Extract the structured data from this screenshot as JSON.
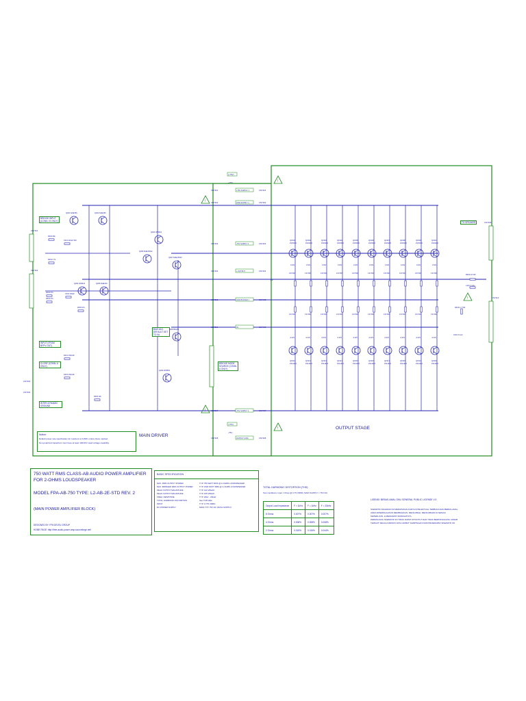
{
  "diagram": {
    "stage_titles": {
      "main_driver": "MAIN DRIVER",
      "output_stage": "OUTPUT STAGE"
    },
    "notes": {
      "bridge_input": "BRIDGE INPUT (CONN. IS ONLY)",
      "input_front": "INPUT (FROM BFPV OUT)",
      "close_conn": "CLOSE (CONN. A ONLY)",
      "inter_dynamic": "INTER-DYNAMIC GROUND",
      "bias_adj": "BIAS ADJ. DEFAULT SET TO 0A",
      "bridge_mode": "BRIDGE MODE SOURCE (CONN. A ONLY)",
      "to_speaker": "TO SPEAKER",
      "notice_title": "Notice:",
      "notice_line1": "Default power rate specification for resistors is 0.25W, unless those marked.",
      "notice_line2": "Non-polarized capacitors must have at least 100VDC rated voltage capability."
    },
    "rails": {
      "pos": "+75V",
      "neg": "-75V",
      "mid": "0V",
      "plus_lbl": "(+75V)",
      "minus_lbl": "(-75V)"
    },
    "connectors": [
      "CN7401",
      "CN7402",
      "CN7403",
      "CN7404",
      "CN7405",
      "CN7406",
      "CN7407",
      "CN7408",
      "CN7409",
      "CN7410",
      "CN7301",
      "CN7302",
      "CN7303",
      "CN7304",
      "CN7305",
      "CN7306",
      "CN7307",
      "CN7308"
    ],
    "power_labels": [
      "+75V SUPPLY 1",
      "GND SUPPLY 1",
      "-75V SUPPLY 1",
      "+ OUTPUT",
      "GND BUFFER 1",
      "0V",
      "-75V SUPPLY 1",
      "OUTPUT COM"
    ],
    "transistors_top": [
      "QF301",
      "QF302",
      "QF303",
      "QF304",
      "QF305",
      "QF306",
      "QF307",
      "QF308",
      "QF309",
      "QF310"
    ],
    "transistors_bottom": [
      "QF311",
      "QF312",
      "QF313",
      "QF314",
      "QF315",
      "QF316",
      "QF317",
      "QF318",
      "QF319",
      "QF320"
    ],
    "part_top": "2SC5200",
    "part_bottom": "2SA1943",
    "resistor_val": "0.33 5W",
    "volt_top": "0.32V",
    "volt_bottom": "-0.32V",
    "driver_parts": [
      "Q301 MJE350",
      "Q302 MJE350",
      "Q303 2N5401",
      "Q304 2N5401",
      "Q305 MJE340",
      "Q306 MJE15032",
      "Q307 MJE15033",
      "Q308 BD139",
      "Q309 2N5551"
    ],
    "input_parts": [
      "R300 68k",
      "C301 220uF 50V",
      "R302 2.7k",
      "R303 47k",
      "R304 47k",
      "C302 100pF",
      "R305 27k",
      "D301 1N4148",
      "D302 1N4148",
      "R306 10k"
    ],
    "output_parts": {
      "r": "R402 22 2W",
      "l": "L401 3.3uH",
      "c": "C401 0.1uF",
      "rz": "R403 4.7 5W"
    }
  },
  "title_block": {
    "title_line1": "750 WATT RMS CLASS-AB AUDIO POWER AMPLIFIER",
    "title_line2": "FOR 2-OHMS LOUDSPEAKER",
    "model": "MODEL FPA-AB-750 TYPE: L2-AB-2E-STD REV. 2",
    "block": "(MAIN POWER AMPLIFIER BLOCK)",
    "designed": "DESIGNED BY: FPA DEVEL GROUP",
    "homepage": "HOME PAGE: http://free-audio-power-amp.sourceforge.net/"
  },
  "spec_block": {
    "heading": "BASIC SPECIFICATION",
    "rows": [
      [
        "MAX. RMS OUTPUT POWER",
        "TYP. 750 WATT RMS @ 2-OHMS LOUDSPEAKER"
      ],
      [
        "MAX. BRIDGED RMS OUTPUT POWER",
        "TYP. 1500 WATT RMS @ 4-OHMS LOUDSPEAKER"
      ],
      [
        "PEAK OUTPUT MAGNITUDE",
        "TYP. 132 VPEAK"
      ],
      [
        "PEAK OUTPUT MAGNITUDE",
        "TYP. 165 VPEAK"
      ],
      [
        "FREQ. RESPONSE",
        "TYP. 20Hz - 20kHz"
      ],
      [
        "TOTAL HARMONIC DISTORTION",
        "See THD table"
      ],
      [
        "INPUT",
        "TYP. 0.775 VRMS"
      ],
      [
        "DC POWER SUPPLY",
        "MAIN TYP. 75V DC (DUAL SUPPLY)"
      ]
    ]
  },
  "thd_block": {
    "heading": "TOTAL HARMONIC DISTORTION (THD)",
    "conditions": "Test conditions: input = 0Vpp @ 0.75 VRMS, MAIN SUPPLY = 75V DC",
    "columns": [
      "Output Load Impedance",
      "F = 1kHz",
      "F = 1kHz",
      "F = 20kHz"
    ],
    "rows": [
      [
        "8 Ohms",
        "0.007%",
        "0.007%",
        "0.007%"
      ],
      [
        "4 Ohms",
        "0.008%",
        "0.008%",
        "0.008%"
      ],
      [
        "2 Ohms",
        "0.015%",
        "0.015%",
        "0.044%"
      ]
    ]
  },
  "license_block": {
    "license": "LISENSI: BEBAS-AMAL GNU GENERAL PUBLIC LICENSE V.3",
    "p1": "SKEMATIK DIAGRAM INI MERUPAKAN KARYA INTELEKTUAL TERBUKA DAN BEBAS-AMAL",
    "p2": "ANDA DIPERSILAHKAN MEMBAGIKAN, MENGUBAH, MENGUBAHNYA SESUAI",
    "p3": "KEPERLUAN, & MENDAPAT MANFAATNYA.",
    "p4": "PERANCANG SKEMATIK INI TIDAK DAPAT DITUNTUT DAN TIDAK BERTANGGUNG JAWAB",
    "p5": "TERKAIT SEGALA RESIKO ATAU AKIBAT SAMPINGAN DARI PENERAPAN SKEMATIK INI."
  },
  "colors": {
    "wire": "#2020b0",
    "border": "#1f8a1f",
    "text": "#1a1aa8"
  }
}
